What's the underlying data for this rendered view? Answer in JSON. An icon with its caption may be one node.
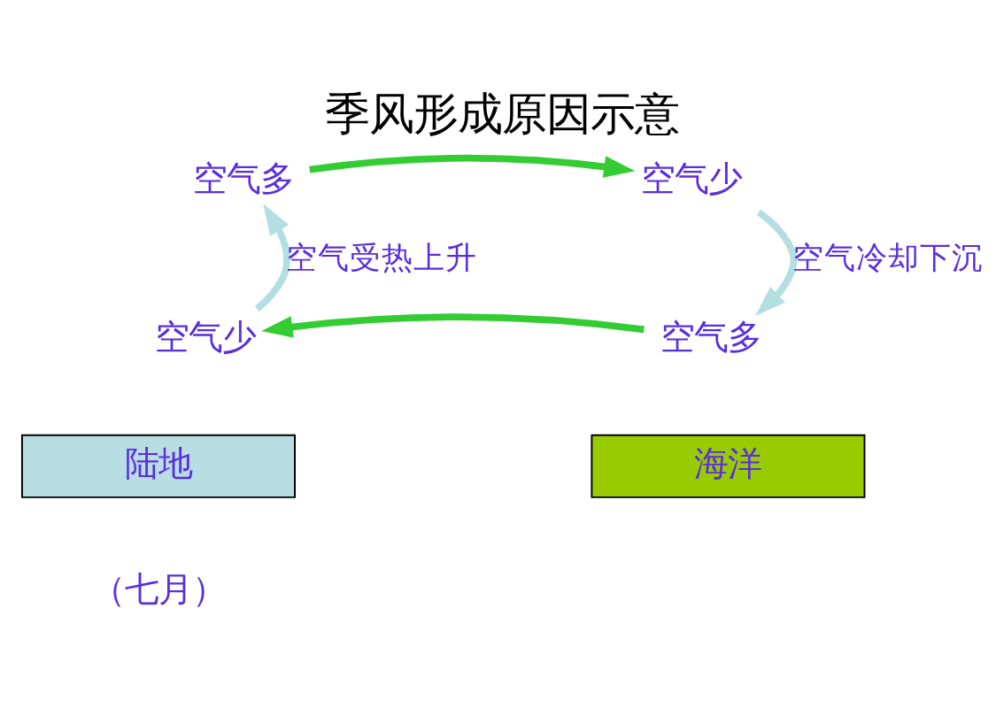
{
  "diagram": {
    "title": "季风形成原因示意",
    "caption": "（七月）",
    "nodes": [
      {
        "text": [
          "空气多"
        ]
      },
      {
        "text": [
          "空气少"
        ]
      },
      {
        "text": [
          "空气少"
        ]
      },
      {
        "text": [
          "空气多"
        ]
      },
      {
        "text": [
          "陆地"
        ]
      },
      {
        "text": [
          "海洋"
        ]
      }
    ],
    "edges": [
      {
        "from": 0,
        "to": 1,
        "arrow": "to",
        "color": "#33cc33"
      },
      {
        "from": 1,
        "to": 3,
        "arrow": "to",
        "color": "#b3dfe3",
        "label": "空气冷却下沉"
      },
      {
        "from": 3,
        "to": 2,
        "arrow": "to",
        "color": "#33cc33"
      },
      {
        "from": 2,
        "to": 0,
        "arrow": "to",
        "color": "#b3dfe3",
        "label": "空气受热上升"
      }
    ]
  }
}
